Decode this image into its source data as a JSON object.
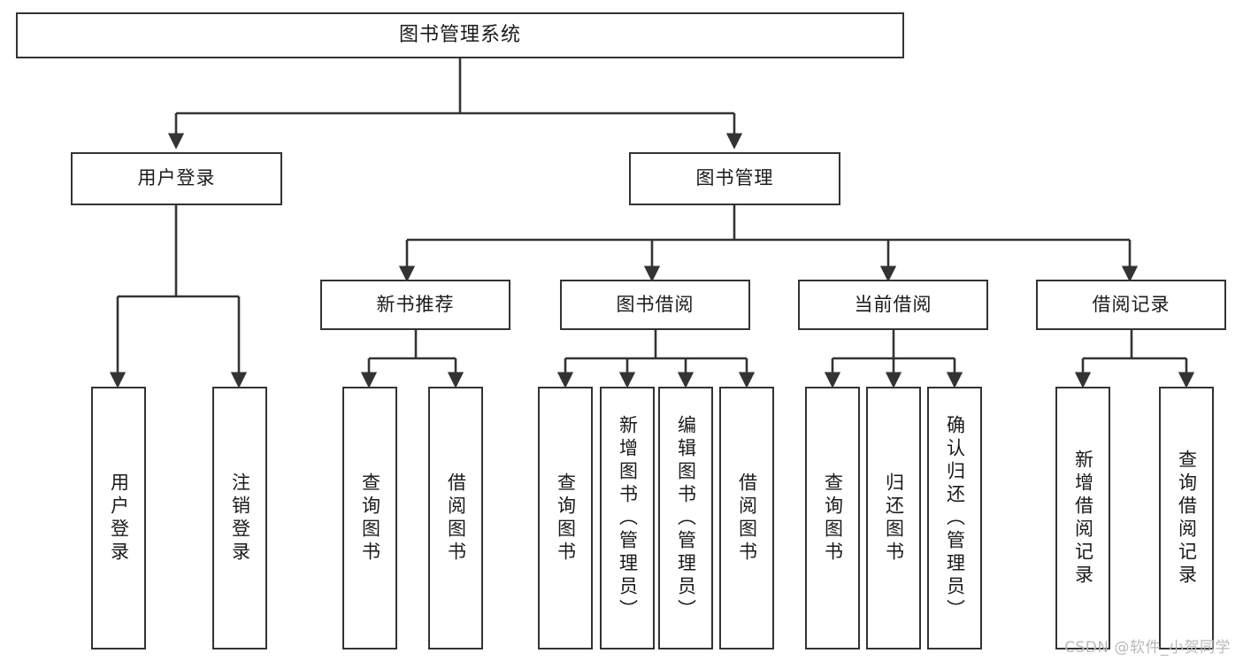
{
  "diagram": {
    "type": "hierarchy-tree",
    "title": "图书管理系统",
    "levels": 4,
    "root": {
      "label": "图书管理系统"
    },
    "level2": [
      {
        "label": "用户登录"
      },
      {
        "label": "图书管理"
      }
    ],
    "level3": [
      {
        "label": "新书推荐"
      },
      {
        "label": "图书借阅"
      },
      {
        "label": "当前借阅"
      },
      {
        "label": "借阅记录"
      }
    ],
    "leaves_user_login": [
      {
        "label": "用户登录"
      },
      {
        "label": "注销登录"
      }
    ],
    "leaves_new_book": [
      {
        "label": "查询图书"
      },
      {
        "label": "借阅图书"
      }
    ],
    "leaves_borrow": [
      {
        "label": "查询图书"
      },
      {
        "label": "新增图书（管理员）"
      },
      {
        "label": "编辑图书（管理员）"
      },
      {
        "label": "借阅图书"
      }
    ],
    "leaves_current": [
      {
        "label": "查询图书"
      },
      {
        "label": "归还图书"
      },
      {
        "label": "确认归还（管理员）"
      }
    ],
    "leaves_records": [
      {
        "label": "新增借阅记录"
      },
      {
        "label": "查询借阅记录"
      }
    ]
  },
  "watermark": {
    "text": "CSDN @软件_小贺同学"
  },
  "colors": {
    "box_border": "#333333",
    "box_fill": "#ffffff",
    "line": "#333333",
    "text": "#1a1a1a",
    "watermark": "#b9b9b9",
    "background": "#ffffff"
  }
}
